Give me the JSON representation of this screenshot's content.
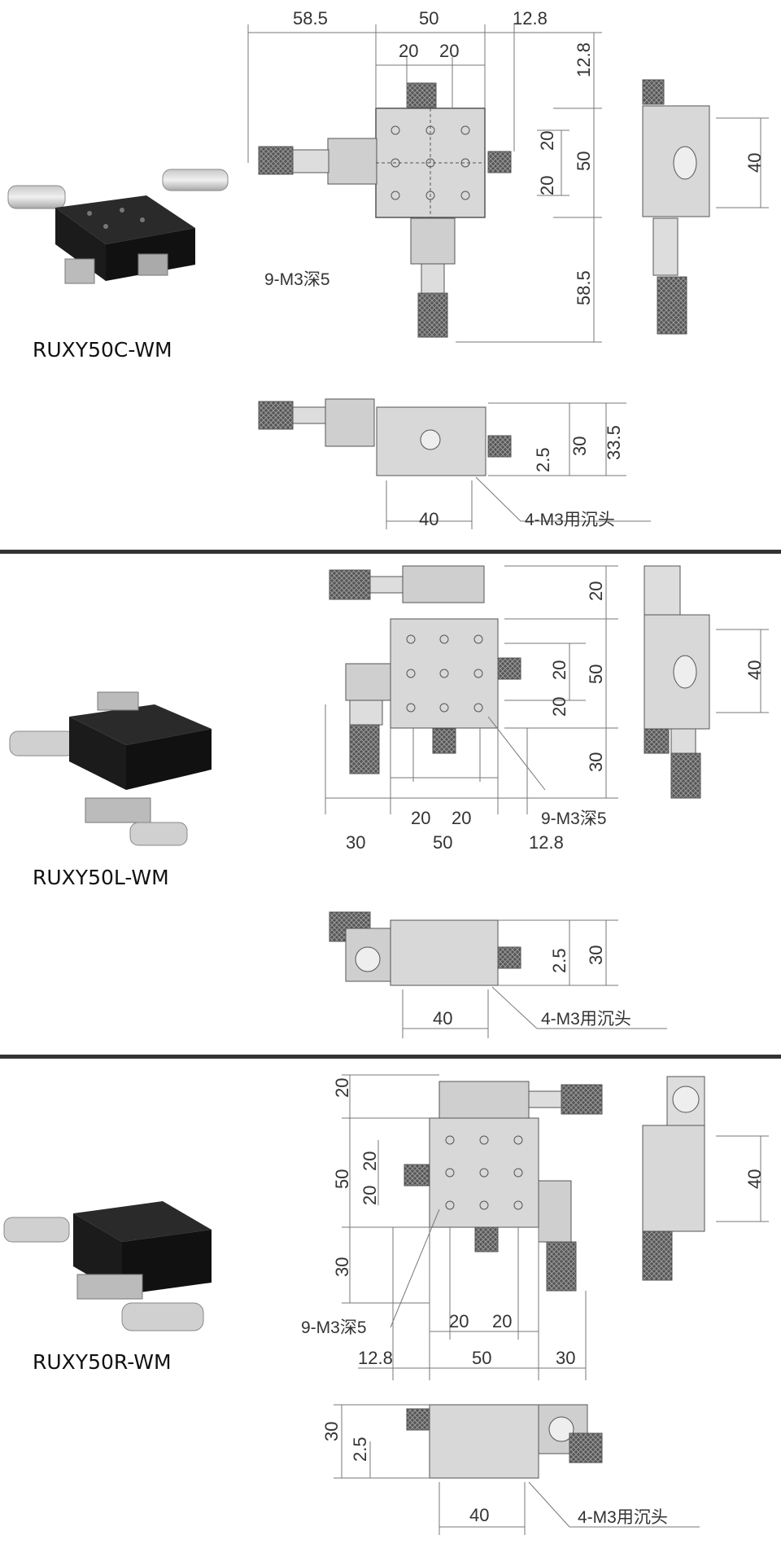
{
  "panels": [
    {
      "model": "RUXY50C-WM",
      "dims": {
        "top_left_len": "58.5",
        "top_width": "50",
        "top_right_len": "12.8",
        "hole_a": "20",
        "hole_b": "20",
        "right_top": "12.8",
        "right_a": "20",
        "right_b": "20",
        "right_height": "50",
        "right_bottom": "58.5",
        "side_height": "40",
        "front_h1": "2.5",
        "front_h2": "30",
        "front_h3": "33.5",
        "front_w": "40"
      },
      "notes": {
        "holes": "9-M3深5",
        "bottom": "4-M3用沉头"
      }
    },
    {
      "model": "RUXY50L-WM",
      "dims": {
        "right_top": "20",
        "right_a": "20",
        "right_height": "50",
        "right_b": "20",
        "right_bottom": "30",
        "hole_a": "20",
        "hole_b": "20",
        "bottom_left": "30",
        "bottom_width": "50",
        "bottom_right": "12.8",
        "side_height": "40",
        "front_h1": "2.5",
        "front_h2": "30",
        "front_w": "40"
      },
      "notes": {
        "holes": "9-M3深5",
        "bottom": "4-M3用沉头"
      }
    },
    {
      "model": "RUXY50R-WM",
      "dims": {
        "left_top": "20",
        "left_a": "20",
        "left_height": "50",
        "left_b": "20",
        "left_bottom": "30",
        "hole_a": "20",
        "hole_b": "20",
        "bottom_left": "12.8",
        "bottom_width": "50",
        "bottom_right": "30",
        "side_height": "40",
        "front_h1": "30",
        "front_h2": "2.5",
        "front_w": "40"
      },
      "notes": {
        "holes": "9-M3深5",
        "bottom": "4-M3用沉头"
      }
    }
  ]
}
